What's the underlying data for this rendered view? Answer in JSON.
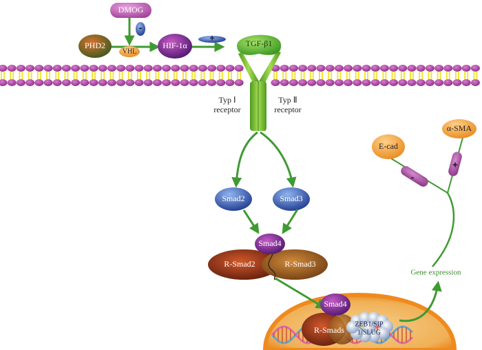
{
  "diagram": {
    "title": "TGF-β1/Smad signaling pathway regulated by HIF-1α",
    "nodes": {
      "dmog": "DMOG",
      "phd2": "PHD2",
      "vhl": "VHL",
      "hif1a": "HIF-1α",
      "tgfb1": "TGF-β1",
      "typ1_line1": "Typ Ⅰ",
      "typ1_line2": "receptor",
      "typ2_line1": "Typ Ⅱ",
      "typ2_line2": "receptor",
      "smad2": "Smad2",
      "smad3": "Smad3",
      "smad4": "Smad4",
      "rsmad2": "R-Smad2",
      "rsmad3": "R-Smad3",
      "nucleus_smad4": "Smad4",
      "rsmads": "R-Smads",
      "zeb_line1": "ZEB1/SIP",
      "zeb_line2": "1/SLUG",
      "gene_expression": "Gene expression",
      "ecad": "E-cad",
      "asma": "α-SMA"
    },
    "regulators": {
      "dmog_effect": "-",
      "hif_effect": "+",
      "ecad_effect": "-",
      "asma_effect": "+"
    },
    "colors": {
      "arrow": "#3f9a32",
      "membrane_head": "#a8398f",
      "membrane_tail": "#f2e43a",
      "receptor": "#6fbf2e",
      "nucleus": "#f29b3a",
      "smad_blue": "#2d4fa8",
      "smad4_purple": "#7a2a8e",
      "rsmad_brown": "#7a2e16",
      "orange_node": "#f5a33c",
      "regulator_purple": "#b25aa6"
    }
  }
}
